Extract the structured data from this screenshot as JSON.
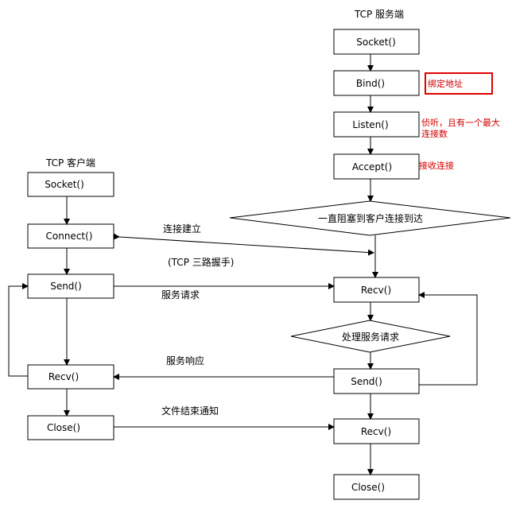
{
  "server": {
    "title": "TCP 服务端",
    "socket": "Socket()",
    "bind": "Bind()",
    "listen": "Listen()",
    "accept": "Accept()",
    "block_wait": "一直阻塞到客户连接到达",
    "recv": "Recv()",
    "process": "处理服务请求",
    "send": "Send()",
    "recv2": "Recv()",
    "close": "Close()"
  },
  "client": {
    "title": "TCP 客户端",
    "socket": "Socket()",
    "connect": "Connect()",
    "send": "Send()",
    "recv": "Recv()",
    "close": "Close()"
  },
  "notes": {
    "bind": "绑定地址",
    "listen_line1": "侦听，且有一个最大",
    "listen_line2": "连接数",
    "accept": "接收连接"
  },
  "edges": {
    "connect": "连接建立",
    "handshake": "(TCP 三路握手)",
    "request": "服务请求",
    "response": "服务响应",
    "eof": "文件结束通知"
  },
  "colors": {
    "note_text": "#d00000",
    "bind_note_border": "#e00000"
  }
}
